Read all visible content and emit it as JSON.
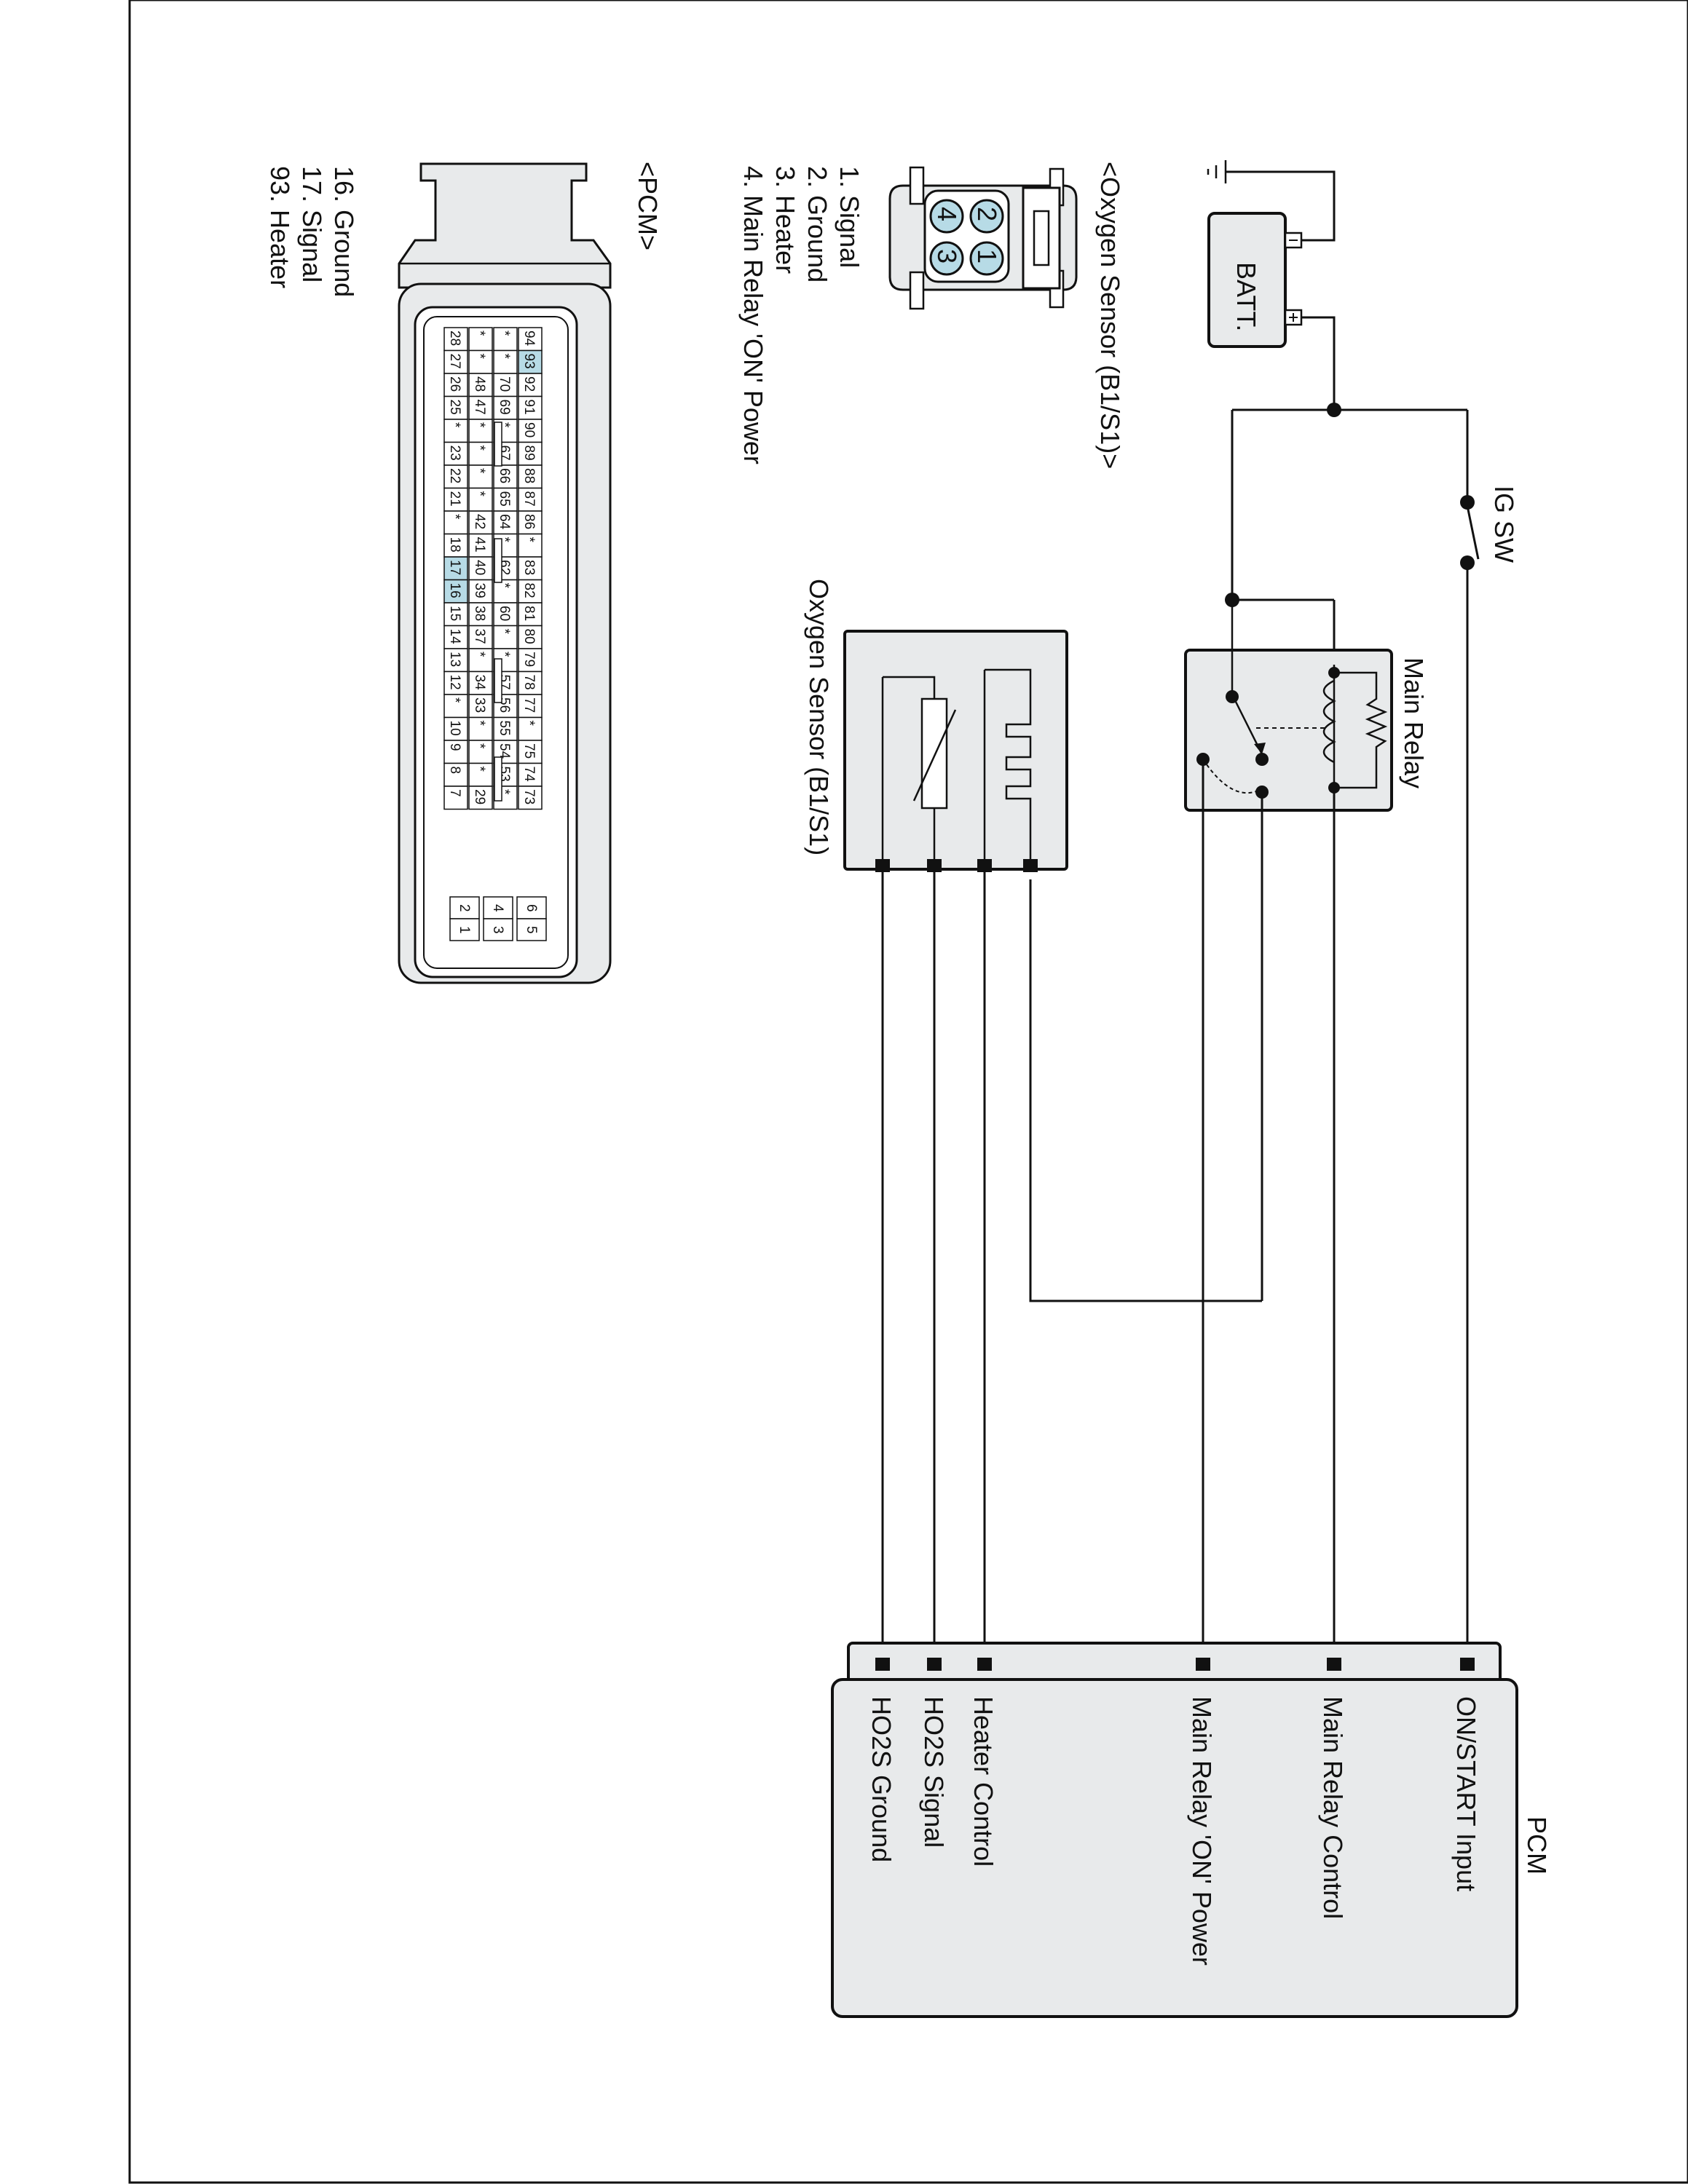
{
  "colors": {
    "box_fill": "#e8eaeb",
    "highlight_pin": "#b7dbe6",
    "line": "#111111"
  },
  "battery": {
    "label": "BATT."
  },
  "ignition_switch": {
    "label": "IG SW"
  },
  "main_relay": {
    "label": "Main Relay"
  },
  "oxygen_sensor_component": {
    "label": "Oxygen Sensor (B1/S1)"
  },
  "pcm": {
    "title": "PCM",
    "pins": [
      "ON/START Input",
      "Main Relay Control",
      "Main Relay 'ON' Power",
      "Heater Control",
      "HO2S  Signal",
      "HO2S  Ground"
    ]
  },
  "o2_connector": {
    "title": "<Oxygen Sensor (B1/S1)>",
    "cavities": [
      "1",
      "2",
      "3",
      "4"
    ],
    "pinout": [
      "1. Signal",
      "2. Ground",
      "3. Heater",
      "4. Main Relay 'ON' Power"
    ]
  },
  "pcm_connector": {
    "title": "<PCM>",
    "pinout": [
      "16. Ground",
      "17. Signal",
      "93. Heater"
    ],
    "rows": [
      [
        "94",
        "93",
        "92",
        "91",
        "90",
        "89",
        "88",
        "87",
        "86",
        "*",
        "83",
        "82",
        "81",
        "80",
        "79",
        "78",
        "77",
        "*",
        "75",
        "74",
        "73"
      ],
      [
        "*",
        "*",
        "70",
        "69",
        "*",
        "67",
        "66",
        "65",
        "64",
        "*",
        "62",
        "*",
        "60",
        "*",
        "*",
        "57",
        "56",
        "55",
        "54",
        "53",
        "*"
      ],
      [
        "*",
        "*",
        "48",
        "47",
        "*",
        "*",
        "*",
        "*",
        "42",
        "41",
        "40",
        "39",
        "38",
        "37",
        "*",
        "34",
        "33",
        "*",
        "*",
        "*",
        "29"
      ],
      [
        "28",
        "27",
        "26",
        "25",
        "*",
        "23",
        "22",
        "21",
        "*",
        "18",
        "17",
        "16",
        "15",
        "14",
        "13",
        "12",
        "*",
        "10",
        "9",
        "8",
        "7"
      ]
    ],
    "power_pins": [
      [
        "6",
        "5"
      ],
      [
        "4",
        "3"
      ],
      [
        "2",
        "1"
      ]
    ],
    "highlighted_pins": [
      "93",
      "17",
      "16"
    ]
  }
}
